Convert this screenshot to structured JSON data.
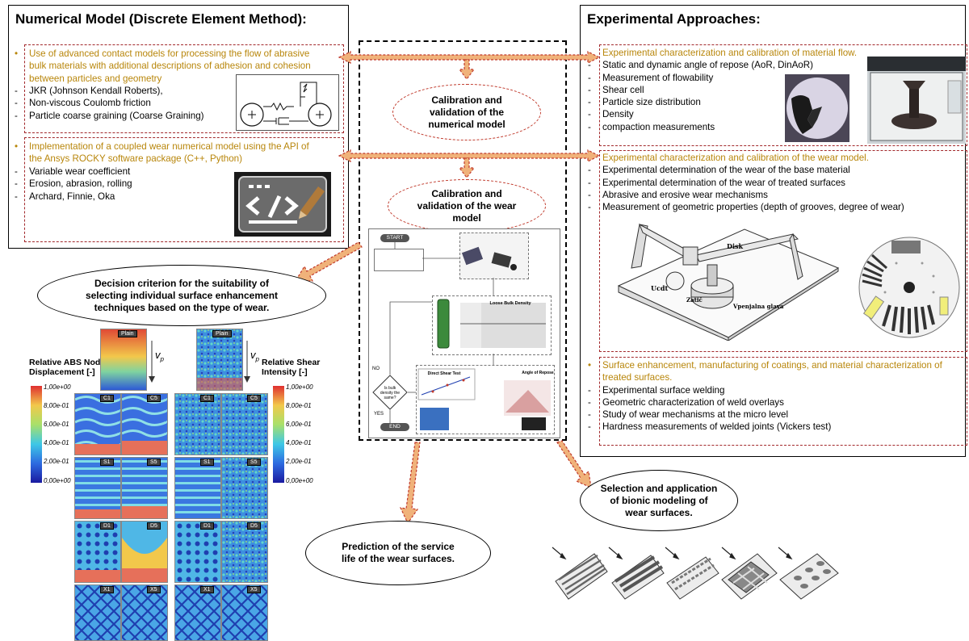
{
  "left_panel": {
    "title": "Numerical Model (Discrete Element Method):",
    "box1": {
      "lead": [
        "Use of advanced contact models for processing the flow of abrasive",
        "bulk materials with additional descriptions of adhesion and cohesion",
        "between particles and geometry"
      ],
      "items": [
        "JKR (Johnson Kendall Roberts),",
        "Non-viscous Coulomb friction",
        "Particle coarse graining (Coarse Graining)"
      ]
    },
    "box2": {
      "lead": [
        "Implementation of a coupled wear numerical model using the API of",
        "the Ansys ROCKY software package (C++, Python)"
      ],
      "items": [
        "Variable wear coefficient",
        "Erosion, abrasion, rolling",
        "Archard, Finnie, Oka"
      ]
    }
  },
  "right_panel": {
    "title": "Experimental Approaches:",
    "box1": {
      "lead": "Experimental characterization and calibration of material flow.",
      "items": [
        "Static and dynamic angle of repose (AoR, DinAoR)",
        "Measurement of flowability",
        "Shear cell",
        "Particle size distribution",
        "Density",
        "compaction measurements"
      ]
    },
    "box2": {
      "lead": "Experimental characterization and calibration of the wear model.",
      "items": [
        "Experimental determination of the wear of the base material",
        "Experimental determination of the wear of treated surfaces",
        "Abrasive and erosive wear mechanisms",
        "Measurement of geometric properties (depth of grooves, degree of wear)"
      ],
      "machine_labels": [
        "Disk",
        "Ucdt",
        "Zatič",
        "Vpenjalna glava"
      ]
    },
    "box3": {
      "lead": [
        "Surface enhancement, manufacturing of coatings, and material characterization of",
        "treated surfaces."
      ],
      "items": [
        "Experimental surface welding",
        "Geometric characterization of weld overlays",
        "Study of wear mechanisms at the micro level",
        "Hardness measurements of welded joints (Vickers test)"
      ]
    }
  },
  "center": {
    "calib_numerical": [
      "Calibration and",
      "validation of the",
      "numerical model"
    ],
    "calib_wear": [
      "Calibration and",
      "validation of the wear",
      "model"
    ],
    "flowchart": {
      "start": "START",
      "end": "END",
      "decision": "Is bulk density the same?",
      "no": "NO",
      "yes": "YES",
      "chart_title": "Loose Bulk Density",
      "shear_title": "Direct Shear Test",
      "aor_title": "Angle of Repose"
    }
  },
  "decision": [
    "Decision criterion for the suitability of",
    "selecting individual surface enhancement",
    "techniques based on the type of wear."
  ],
  "prediction": [
    "Prediction of the service",
    "life of the wear surfaces."
  ],
  "bionic": [
    "Selection and application",
    "of bionic modeling of",
    "wear surfaces."
  ],
  "contours": {
    "left_label": [
      "Relative ABS Node",
      "Displacement [-]"
    ],
    "right_label": [
      "Relative Shear",
      "Intensity [-]"
    ],
    "vp": "v",
    "vp_sub": "p",
    "ticks": [
      "1,00e+00",
      "8,00e-01",
      "6,00e-01",
      "4,00e-01",
      "2,00e-01",
      "0,00e+00"
    ],
    "plain": "Plain",
    "tags": [
      "C1",
      "C5",
      "S1",
      "S5",
      "D1",
      "D5",
      "X1",
      "X5"
    ]
  },
  "colors": {
    "border_dash": "#a2282b",
    "arrow_fill": "#f0b27a",
    "arrow_stroke": "#c0392b",
    "gold_text": "#b8860b"
  }
}
